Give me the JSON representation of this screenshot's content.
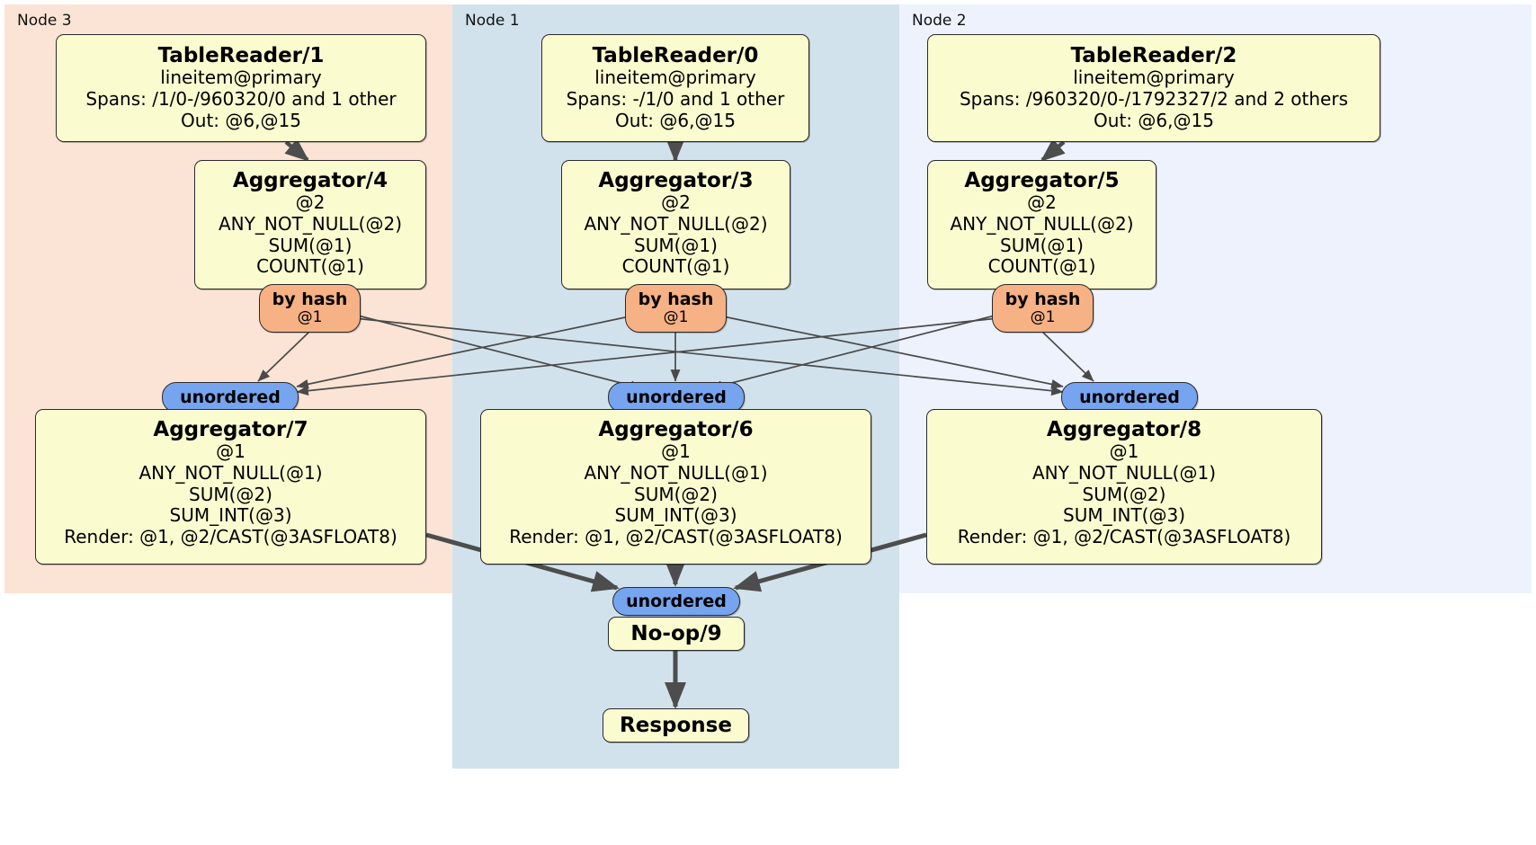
{
  "diagram": {
    "type": "distributed-query-plan",
    "colors": {
      "node3_bg": "#fbe4d5",
      "node1_bg": "#d2e2ec",
      "node2_bg": "#edf2fd",
      "processor_bg": "#fbfbd0",
      "router_hash_bg": "#f6b184",
      "synchronizer_bg": "#76a4ef",
      "stroke": "#2b2b2b",
      "edge_thin": "#4a4a4a",
      "edge_thick": "#4d4d4d"
    },
    "nodes": [
      {
        "id": "node3",
        "label": "Node 3"
      },
      {
        "id": "node1",
        "label": "Node 1"
      },
      {
        "id": "node2",
        "label": "Node 2"
      }
    ],
    "processors": {
      "tablereader1": {
        "title": "TableReader/1",
        "lines": [
          "lineitem@primary",
          "Spans: /1/0-/960320/0 and 1 other",
          "Out: @6,@15"
        ]
      },
      "tablereader0": {
        "title": "TableReader/0",
        "lines": [
          "lineitem@primary",
          "Spans: -/1/0 and 1 other",
          "Out: @6,@15"
        ]
      },
      "tablereader2": {
        "title": "TableReader/2",
        "lines": [
          "lineitem@primary",
          "Spans: /960320/0-/1792327/2 and 2 others",
          "Out: @6,@15"
        ]
      },
      "aggregator4": {
        "title": "Aggregator/4",
        "lines": [
          "@2",
          "ANY_NOT_NULL(@2)",
          "SUM(@1)",
          "COUNT(@1)"
        ]
      },
      "aggregator3": {
        "title": "Aggregator/3",
        "lines": [
          "@2",
          "ANY_NOT_NULL(@2)",
          "SUM(@1)",
          "COUNT(@1)"
        ]
      },
      "aggregator5": {
        "title": "Aggregator/5",
        "lines": [
          "@2",
          "ANY_NOT_NULL(@2)",
          "SUM(@1)",
          "COUNT(@1)"
        ]
      },
      "aggregator7": {
        "title": "Aggregator/7",
        "lines": [
          "@1",
          "ANY_NOT_NULL(@1)",
          "SUM(@2)",
          "SUM_INT(@3)",
          "Render: @1, @2/CAST(@3ASFLOAT8)"
        ]
      },
      "aggregator6": {
        "title": "Aggregator/6",
        "lines": [
          "@1",
          "ANY_NOT_NULL(@1)",
          "SUM(@2)",
          "SUM_INT(@3)",
          "Render: @1, @2/CAST(@3ASFLOAT8)"
        ]
      },
      "aggregator8": {
        "title": "Aggregator/8",
        "lines": [
          "@1",
          "ANY_NOT_NULL(@1)",
          "SUM(@2)",
          "SUM_INT(@3)",
          "Render: @1, @2/CAST(@3ASFLOAT8)"
        ]
      },
      "noop9": {
        "title": "No-op/9",
        "lines": []
      },
      "response": {
        "title": "Response",
        "lines": []
      }
    },
    "routers": {
      "hash4": {
        "label": "by hash",
        "columns": "@1"
      },
      "hash3": {
        "label": "by hash",
        "columns": "@1"
      },
      "hash5": {
        "label": "by hash",
        "columns": "@1"
      }
    },
    "synchronizers": {
      "unordered7": {
        "label": "unordered"
      },
      "unordered6": {
        "label": "unordered"
      },
      "unordered8": {
        "label": "unordered"
      },
      "unordered9": {
        "label": "unordered"
      }
    }
  }
}
